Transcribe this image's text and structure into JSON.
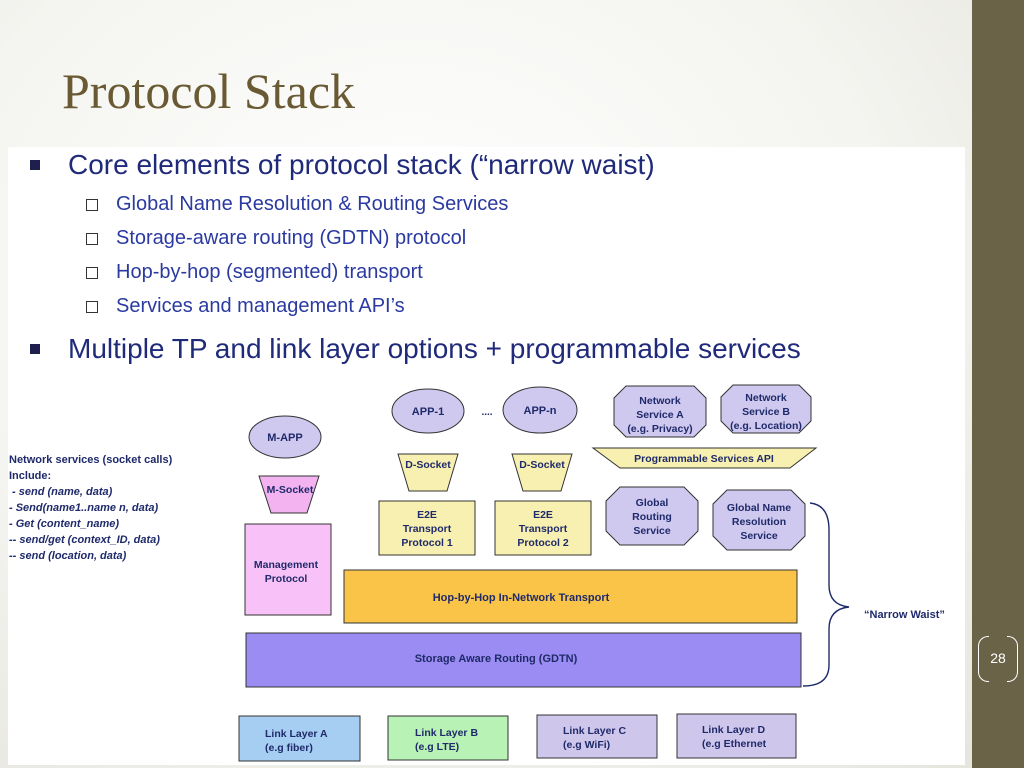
{
  "slide": {
    "title": "Protocol Stack",
    "page_number": "28",
    "colors": {
      "title": "#6a5a33",
      "sidebar": "#6b6347",
      "bullet_text": "#1f2a7a"
    }
  },
  "bullets": [
    {
      "text": "Core elements of protocol stack (“narrow waist)",
      "level": 1
    },
    {
      "text": "Global Name Resolution & Routing Services",
      "level": 2
    },
    {
      "text": "Storage-aware routing (GDTN) protocol",
      "level": 2
    },
    {
      "text": "Hop-by-hop (segmented) transport",
      "level": 2
    },
    {
      "text": "Services and management API’s",
      "level": 2
    },
    {
      "text": "Multiple TP and link layer options + programmable services",
      "level": 1
    }
  ],
  "diagram": {
    "note_lines": [
      "Network services (socket calls)",
      "Include:",
      " - send (name, data)",
      "- Send(name1..name n, data)",
      "- Get (content_name)",
      "-- send/get (context_ID, data)",
      "-- send (location, data)"
    ],
    "apps": {
      "m_app": "M-APP",
      "app1": "APP-1",
      "dots": "....",
      "appn": "APP-n"
    },
    "network_service_a": [
      "Network",
      "Service A",
      "(e.g. Privacy)"
    ],
    "network_service_b": [
      "Network",
      "Service B",
      "(e.g. Location)"
    ],
    "programmable_api": "Programmable Services API",
    "sockets": {
      "m_socket": "M-Socket",
      "d_socket_1": "D-Socket",
      "d_socket_2": "D-Socket"
    },
    "e2e_1": [
      "E2E",
      "Transport",
      "Protocol 1"
    ],
    "e2e_2": [
      "E2E",
      "Transport",
      "Protocol 2"
    ],
    "global_routing": [
      "Global",
      "Routing",
      "Service"
    ],
    "global_name_resolution": [
      "Global Name",
      "Resolution",
      "Service"
    ],
    "management_protocol": [
      "Management",
      "Protocol"
    ],
    "hop_by_hop": "Hop-by-Hop In-Network Transport",
    "storage_routing": "Storage Aware Routing (GDTN)",
    "narrow_waist": "“Narrow Waist”",
    "link_layers": [
      {
        "name": "Link Layer A",
        "sub": "(e.g fiber)",
        "color": "#a6cef2"
      },
      {
        "name": "Link Layer B",
        "sub": "(e.g LTE)",
        "color": "#b8f2b4"
      },
      {
        "name": "Link Layer C",
        "sub": "(e.g WiFi)",
        "color": "#cfc6ec"
      },
      {
        "name": "Link Layer D",
        "sub": "(e.g Ethernet",
        "color": "#cfc6ec"
      }
    ]
  }
}
